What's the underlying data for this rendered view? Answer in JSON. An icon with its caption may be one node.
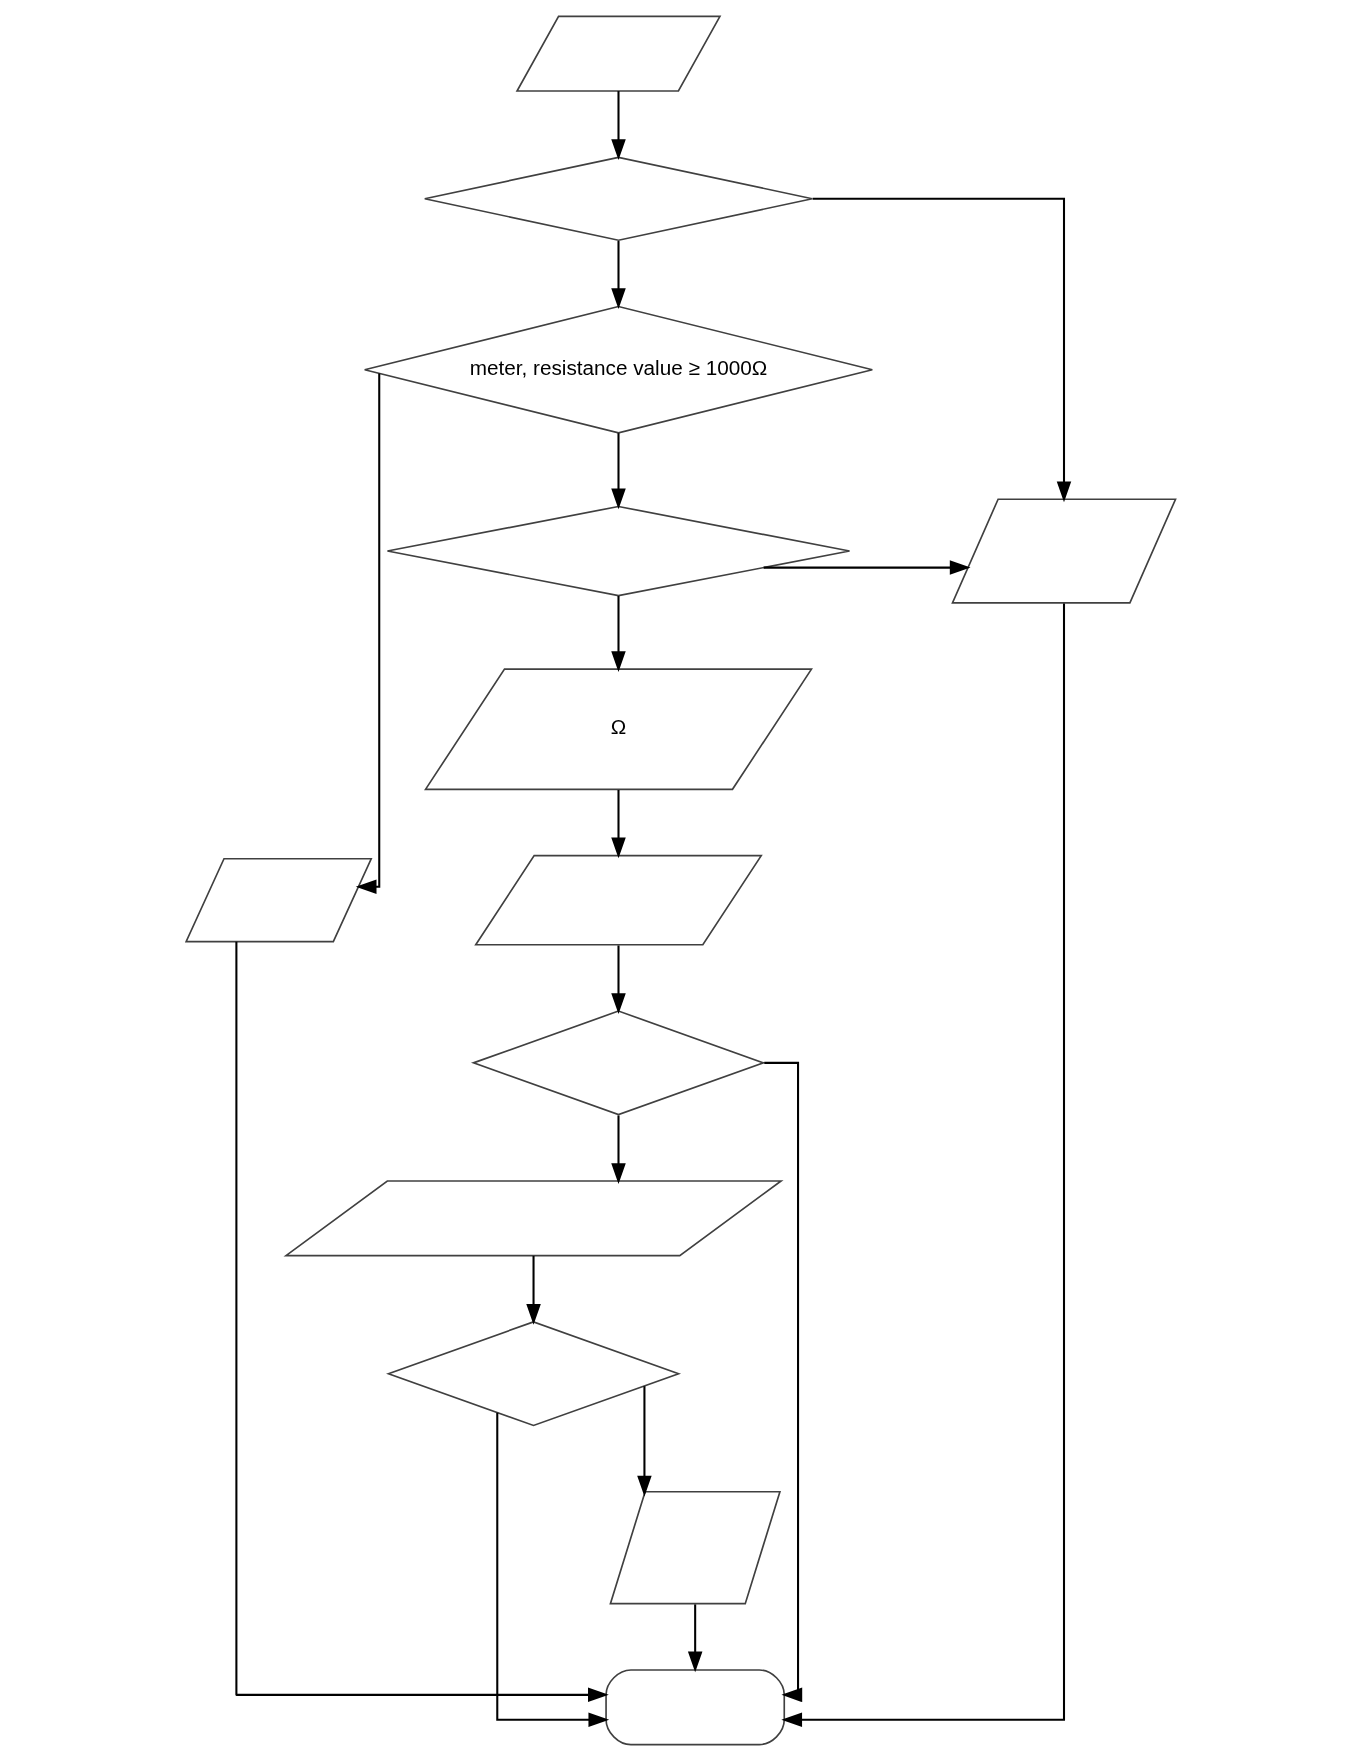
{
  "diagram": {
    "nodes": [
      {
        "text": [],
        "shape": "parallelogram"
      },
      {
        "text": [],
        "shape": "diamond"
      },
      {
        "text": [
          "meter, resistance value ≥ 1000Ω"
        ]
      },
      {
        "text": [],
        "shape": "diamond"
      },
      {
        "text": [],
        "shape": "parallelogram"
      },
      {
        "text": [
          "Ω"
        ]
      },
      {
        "text": [],
        "shape": "parallelogram"
      },
      {
        "text": [],
        "shape": "parallelogram"
      },
      {
        "text": [],
        "shape": "diamond"
      },
      {
        "text": [],
        "shape": "parallelogram"
      },
      {
        "text": [],
        "shape": "diamond"
      },
      {
        "text": [],
        "shape": "parallelogram"
      },
      {
        "text": [],
        "shape": "stadium"
      }
    ],
    "edges": [
      {
        "from": 0,
        "to": 1,
        "arrow": "to"
      },
      {
        "from": 1,
        "to": 4,
        "arrow": "to"
      },
      {
        "from": 1,
        "to": 2,
        "arrow": "to"
      },
      {
        "from": 2,
        "to": 6,
        "arrow": "to"
      },
      {
        "from": 2,
        "to": 3,
        "arrow": "to"
      },
      {
        "from": 3,
        "to": 4,
        "arrow": "to"
      },
      {
        "from": 3,
        "to": 5,
        "arrow": "to"
      },
      {
        "from": 5,
        "to": 7,
        "arrow": "to"
      },
      {
        "from": 4,
        "to": 12,
        "arrow": "to"
      },
      {
        "from": 7,
        "to": 8,
        "arrow": "to"
      },
      {
        "from": 8,
        "to": 12,
        "arrow": "to"
      },
      {
        "from": 8,
        "to": 9,
        "arrow": "to"
      },
      {
        "from": 9,
        "to": 10,
        "arrow": "to"
      },
      {
        "from": 10,
        "to": 12,
        "arrow": "to"
      },
      {
        "from": 10,
        "to": 11,
        "arrow": "to"
      },
      {
        "from": 11,
        "to": 12,
        "arrow": "to"
      },
      {
        "from": 6,
        "to": 12,
        "arrow": "to"
      }
    ]
  }
}
